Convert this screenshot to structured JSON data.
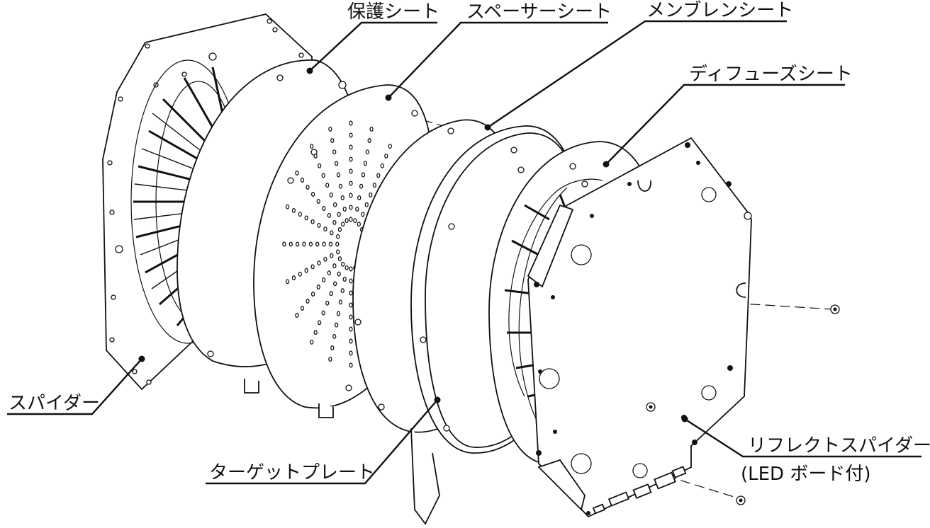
{
  "labels": {
    "protective_sheet": "保護シート",
    "spacer_sheet": "スペーサーシート",
    "membrane_sheet": "メンブレンシート",
    "diffuser_sheet": "ディフューズシート",
    "spider": "スパイダー",
    "target_plate": "ターゲットプレート",
    "reflect_spider_line1": "リフレクトスパイダー",
    "reflect_spider_line2": "(LED ボード付)"
  }
}
